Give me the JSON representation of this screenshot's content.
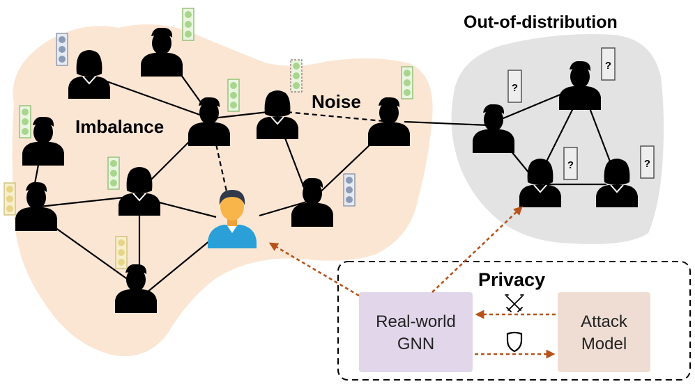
{
  "labels": {
    "imbalance": "Imbalance",
    "noise": "Noise",
    "ood": "Out-of-distribution",
    "privacy": "Privacy",
    "unknown": "?"
  },
  "boxes": {
    "gnn_line1": "Real-world",
    "gnn_line2": "GNN",
    "attack_line1": "Attack",
    "attack_line2": "Model"
  },
  "icons": {
    "attack": "crossed-swords-icon",
    "defense": "shield-icon",
    "target_user": "user-avatar-icon"
  },
  "colors": {
    "graph_region": "#fbe6d4",
    "ood_region": "#e3e3e3",
    "gnn_box": "#e1d6ea",
    "attack_box": "#efddd3",
    "arrow": "#b5531b",
    "label_green": "#a9d58f",
    "label_blue": "#8c9bb5",
    "label_yellow": "#e6d58a"
  }
}
